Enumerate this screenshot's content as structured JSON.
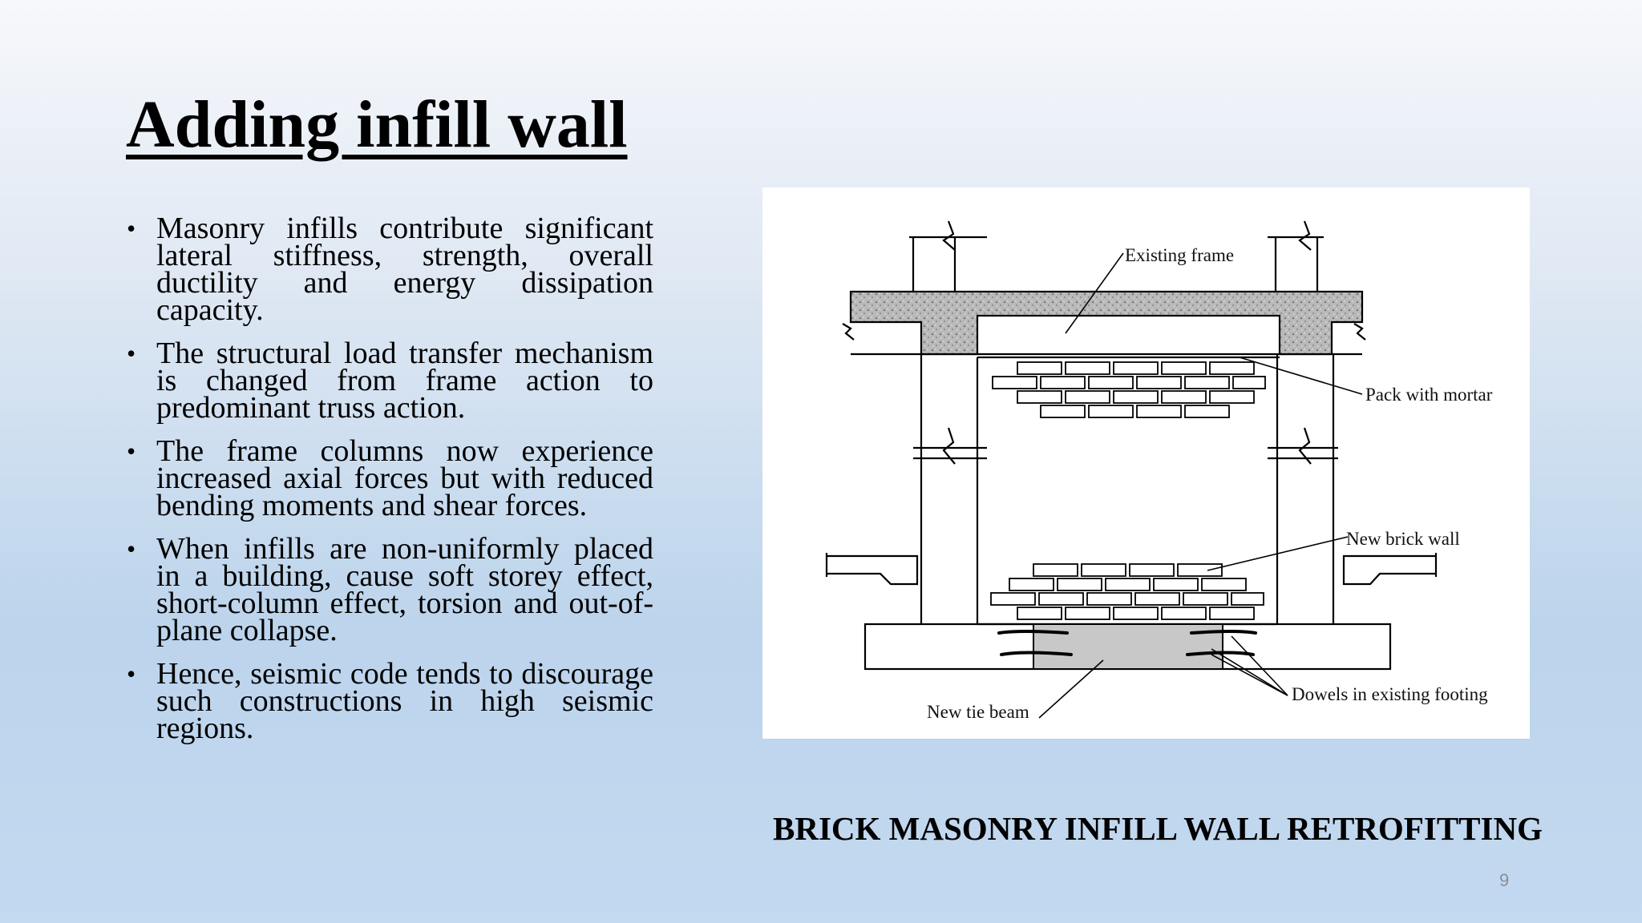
{
  "slide": {
    "title": "Adding infill wall",
    "bullets": [
      "Masonry infills contribute significant lateral stiffness, strength, overall ductility and energy dissipation capacity.",
      "The structural load transfer mechanism is changed from frame action to predominant truss action.",
      "The frame columns now experience increased axial forces but with reduced bending moments and shear forces.",
      "When infills are non-uniformly placed in a building, cause soft storey effect, short-column effect, torsion and out-of-plane collapse.",
      "Hence, seismic code tends to discourage such constructions in high seismic regions."
    ],
    "bullet_char": "•",
    "caption": "BRICK MASONRY INFILL WALL RETROFITTING",
    "page_number": "9"
  },
  "diagram": {
    "labels": {
      "existing_frame": "Existing frame",
      "pack_with_mortar": "Pack with mortar",
      "new_brick_wall": "New brick wall",
      "dowels": "Dowels in existing footing",
      "new_tie_beam": "New tie beam"
    }
  }
}
